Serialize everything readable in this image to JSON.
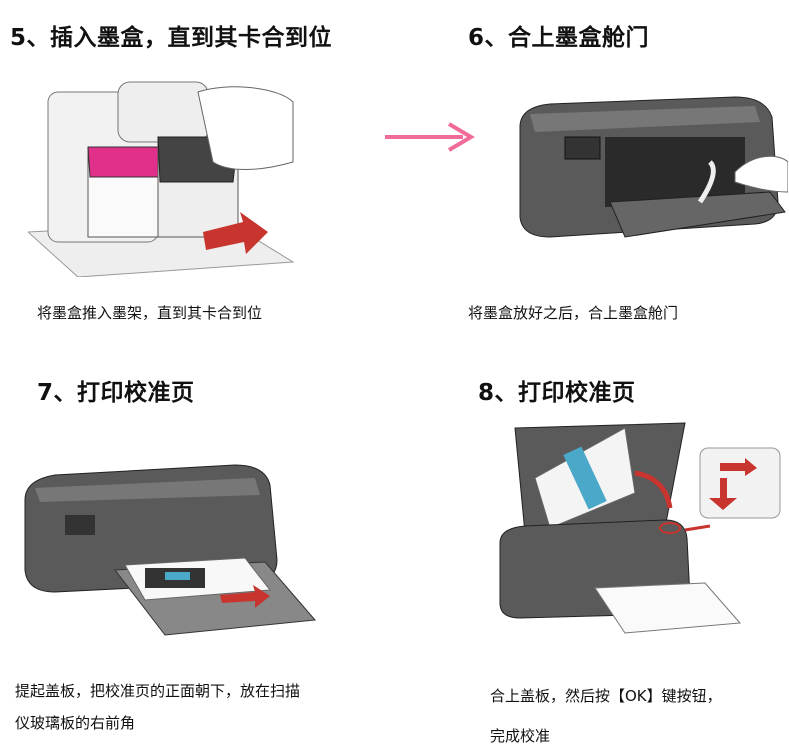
{
  "steps": [
    {
      "title": "5、插入墨盒，直到其卡合到位",
      "caption": "将墨盒推入墨架，直到其卡合到位"
    },
    {
      "title": "6、合上墨盒舱门",
      "caption": "将墨盒放好之后，合上墨盒舱门"
    },
    {
      "title": "7、打印校准页",
      "caption_lines": [
        "提起盖板，把校准页的正面朝下，放在扫描",
        "仪玻璃板的右前角"
      ]
    },
    {
      "title": "8、打印校准页",
      "caption_lines": [
        "合上盖板，然后按【OK】键按钮，",
        "完成校准"
      ]
    }
  ],
  "colors": {
    "arrow": "#f06a9a",
    "red_arrow": "#c8342e",
    "printer": "#5a5a5a",
    "magenta": "#e0308a"
  }
}
